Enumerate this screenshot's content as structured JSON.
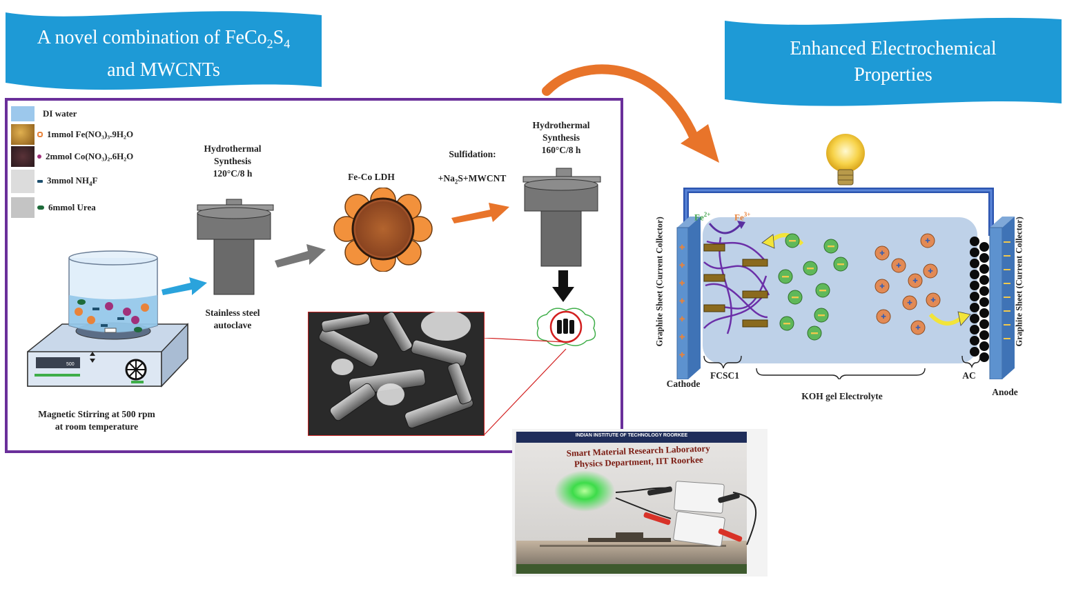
{
  "banners": {
    "left": {
      "line1_prefix": "A novel combination of FeCo",
      "sub1": "2",
      "mid": "S",
      "sub2": "4",
      "line2": "and MWCNTs"
    },
    "right": {
      "line1": "Enhanced Electrochemical",
      "line2": "Properties"
    }
  },
  "legend": [
    {
      "label": "DI water",
      "swatch": "#9cc8ec"
    },
    {
      "label": "1mmol Fe(NO₃)₃.9H₂O",
      "swatch": "#c08a2e",
      "dot": "#e8833a"
    },
    {
      "label": "2mmol Co(NO₃)₂.6H₂O",
      "swatch": "#4a2a2e",
      "dot": "#a0307a"
    },
    {
      "label": "3mmol NH₄F",
      "swatch": "#d8d8d8",
      "dot": "#1d4f6e"
    },
    {
      "label": "6mmol Urea",
      "swatch": "#bcbcbc",
      "dot": "#1e6b3a"
    }
  ],
  "synthesis": {
    "hydro1_line1": "Hydrothermal",
    "hydro1_line2": "Synthesis",
    "hydro1_line3": "120°C/8 h",
    "autoclave_line1": "Stainless steel",
    "autoclave_line2": "autoclave",
    "ldh": "Fe-Co LDH",
    "sulfidation": "Sulfidation:",
    "reagent_prefix": "+Na",
    "reagent_sub": "2",
    "reagent_suffix": "S+MWCNT",
    "hydro2_line1": "Hydrothermal",
    "hydro2_line2": "Synthesis",
    "hydro2_line3": "160°C/8 h",
    "stir_line1": "Magnetic Stirring at 500 rpm",
    "stir_line2": "at room temperature",
    "stirrer_display": "500",
    "stirrer_unit": "rpm"
  },
  "device": {
    "fe2_base": "Fe",
    "fe2_sup": "2+",
    "fe3_base": "Fe",
    "fe3_sup": "3+",
    "collector_left": "Graphite Sheet (Current Collector)",
    "collector_right": "Graphite Sheet (Current Collector)",
    "cathode": "Cathode",
    "fcsc1": "FCSC1",
    "electrolyte": "KOH gel Electrolyte",
    "ac": "AC",
    "anode": "Anode"
  },
  "photo": {
    "header": "INDIAN INSTITUTE OF TECHNOLOGY ROORKEE",
    "title_line1": "Smart Material Research Laboratory",
    "title_line2": "Physics Department, IIT Roorkee"
  },
  "colors": {
    "banner": "#1e9ad6",
    "frame": "#6a2f9a",
    "arrow_orange": "#e8742a",
    "arrow_blue": "#2aa3dc",
    "arrow_gray": "#777777",
    "wire": "#2c55b0",
    "electrolyte": "#b9cde6",
    "green_ion": "#5fb85a",
    "orange_ion": "#e28a55"
  }
}
